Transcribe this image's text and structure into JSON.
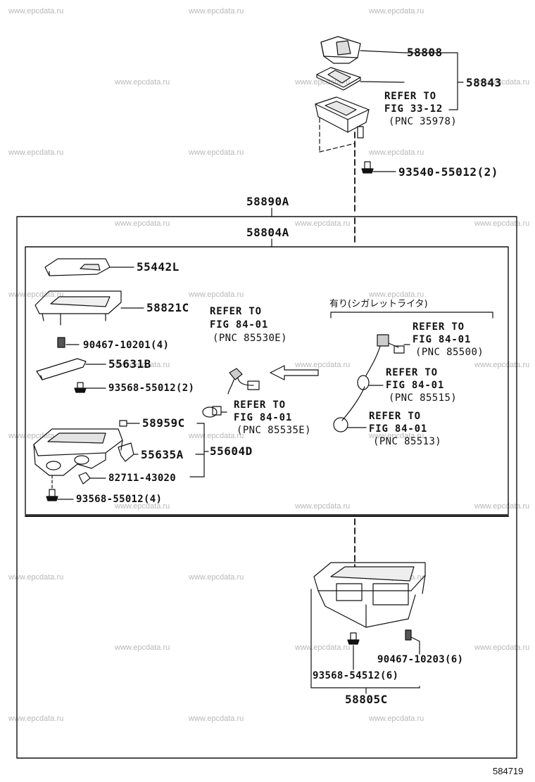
{
  "watermark": "www.epcdata.ru",
  "diagram_id": "584719",
  "group_note": "有り(シガレットライタ)",
  "parts": {
    "p58808": "58808",
    "p58843": "58843",
    "p93540": "93540-55012(2)",
    "p58890A": "58890A",
    "p58804A": "58804A",
    "p55442L": "55442L",
    "p58821C": "58821C",
    "p90467_10201": "90467-10201(4)",
    "p55631B": "55631B",
    "p93568_55012_2": "93568-55012(2)",
    "p58959C": "58959C",
    "p55635A": "55635A",
    "p55604D": "55604D",
    "p82711": "82711-43020",
    "p93568_55012_4": "93568-55012(4)",
    "p90467_10203": "90467-10203(6)",
    "p93568_54512": "93568-54512(6)",
    "p58805C": "58805C"
  },
  "refs": {
    "r1": {
      "line1": "REFER TO",
      "line2": "FIG 33-12",
      "line3": "(PNC 35978)"
    },
    "r2": {
      "line1": "REFER TO",
      "line2": "FIG 84-01",
      "line3": "(PNC 85530E)"
    },
    "r3": {
      "line1": "REFER TO",
      "line2": "FIG 84-01",
      "line3": "(PNC 85535E)"
    },
    "r4": {
      "line1": "REFER TO",
      "line2": "FIG 84-01",
      "line3": "(PNC 85500)"
    },
    "r5": {
      "line1": "REFER TO",
      "line2": "FIG 84-01",
      "line3": "(PNC 85515)"
    },
    "r6": {
      "line1": "REFER TO",
      "line2": "FIG 84-01",
      "line3": "(PNC 85513)"
    }
  }
}
